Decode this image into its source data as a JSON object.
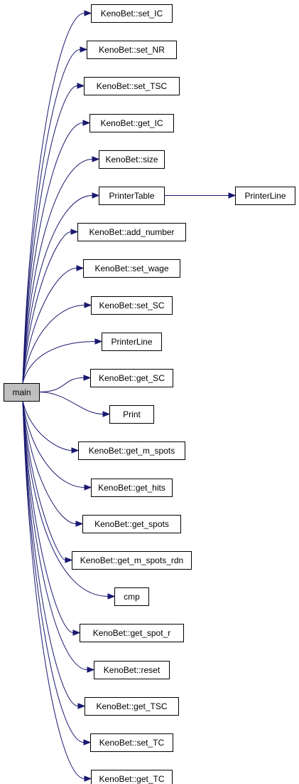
{
  "graph": {
    "root": "main",
    "callees": [
      "KenoBet::set_IC",
      "KenoBet::set_NR",
      "KenoBet::set_TSC",
      "KenoBet::get_IC",
      "KenoBet::size",
      "PrinterTable",
      "KenoBet::add_number",
      "KenoBet::set_wage",
      "KenoBet::set_SC",
      "PrinterLine",
      "KenoBet::get_SC",
      "Print",
      "KenoBet::get_m_spots",
      "KenoBet::get_hits",
      "KenoBet::get_spots",
      "KenoBet::get_m_spots_rdn",
      "cmp",
      "KenoBet::get_spot_r",
      "KenoBet::reset",
      "KenoBet::get_TSC",
      "KenoBet::set_TC",
      "KenoBet::get_TC"
    ],
    "secondary": [
      {
        "from": "PrinterTable",
        "to": "PrinterLine"
      }
    ]
  },
  "colors": {
    "edge": "#191970",
    "root_fill": "#bfbfbf",
    "node_fill": "#ffffff",
    "node_border": "#000000"
  }
}
